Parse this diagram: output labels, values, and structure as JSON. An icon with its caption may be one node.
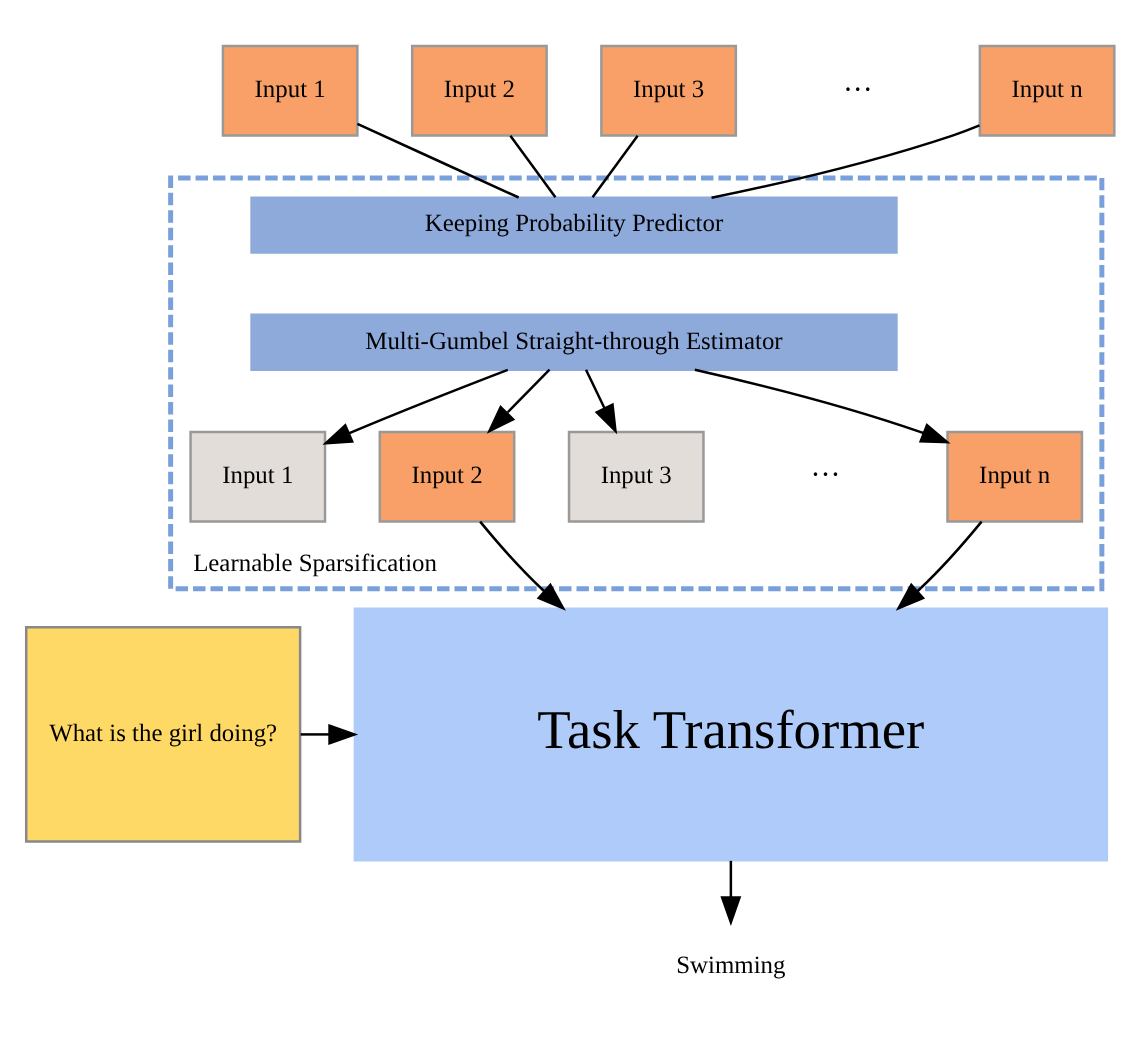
{
  "diagram": {
    "nodes": [
      {
        "text": [
          "Input 1"
        ]
      },
      {
        "text": [
          "Input 2"
        ]
      },
      {
        "text": [
          "Input 3"
        ]
      },
      {
        "text": [
          "Input n"
        ]
      },
      {
        "text": [
          "Learnable Sparsification"
        ]
      },
      {
        "text": [
          "Keeping Probability Predictor"
        ],
        "in": 4
      },
      {
        "text": [
          "Multi-Gumbel Straight-through Estimator"
        ],
        "in": 4
      },
      {
        "text": [
          "Input 1"
        ],
        "in": 4
      },
      {
        "text": [
          "Input 2"
        ],
        "in": 4
      },
      {
        "text": [
          "Input 3"
        ],
        "in": 4
      },
      {
        "text": [
          "Input n"
        ],
        "in": 4
      },
      {
        "text": [
          "Task Transformer"
        ]
      },
      {
        "text": [
          "What is the girl doing?"
        ]
      },
      {
        "text": [
          "Swimming"
        ]
      }
    ],
    "edges": [
      {
        "from": 0,
        "to": 5,
        "arrow": "none"
      },
      {
        "from": 1,
        "to": 5,
        "arrow": "none"
      },
      {
        "from": 2,
        "to": 5,
        "arrow": "none"
      },
      {
        "from": 3,
        "to": 5,
        "arrow": "none"
      },
      {
        "from": 6,
        "to": 7,
        "arrow": "to"
      },
      {
        "from": 6,
        "to": 8,
        "arrow": "to"
      },
      {
        "from": 6,
        "to": 9,
        "arrow": "to"
      },
      {
        "from": 6,
        "to": 10,
        "arrow": "to"
      },
      {
        "from": 8,
        "to": 11,
        "arrow": "to"
      },
      {
        "from": 10,
        "to": 11,
        "arrow": "to"
      },
      {
        "from": 12,
        "to": 11,
        "arrow": "to"
      },
      {
        "from": 11,
        "to": 13,
        "arrow": "to"
      }
    ],
    "labels": [
      "···",
      "···"
    ]
  }
}
